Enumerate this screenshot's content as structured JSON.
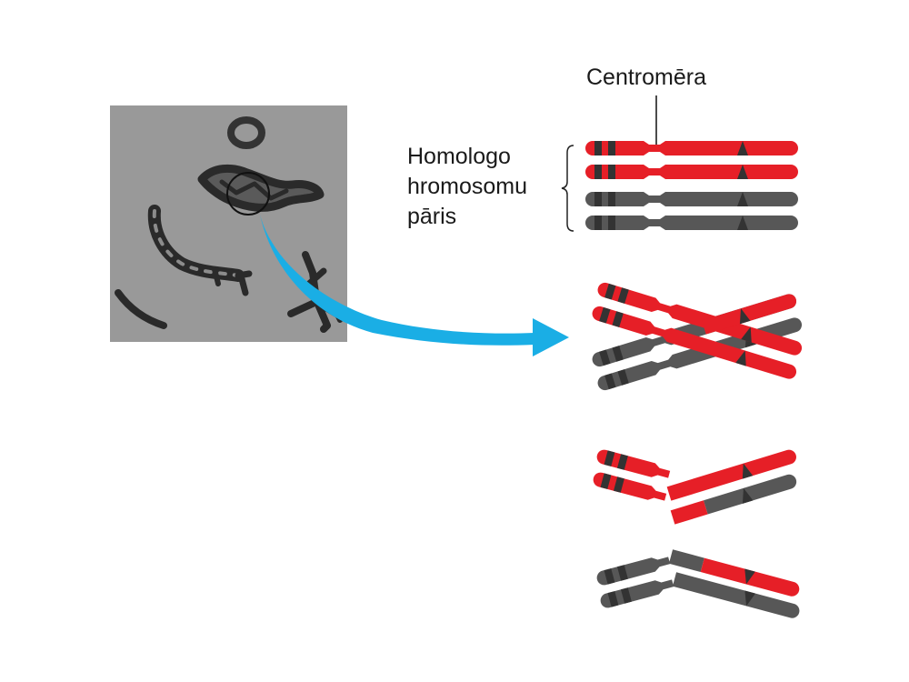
{
  "labels": {
    "centromere": "Centromēra",
    "homologous_pair": [
      "Homologo",
      "hromosomu",
      "pāris"
    ]
  },
  "colors": {
    "red": "#e61f27",
    "gray": "#575757",
    "band": "#333333",
    "arrow": "#1aaee5",
    "micrograph_bg": "#999999",
    "micrograph_ink": "#2a2a2a"
  },
  "icons": {
    "arrow": "curved-arrow-icon"
  }
}
